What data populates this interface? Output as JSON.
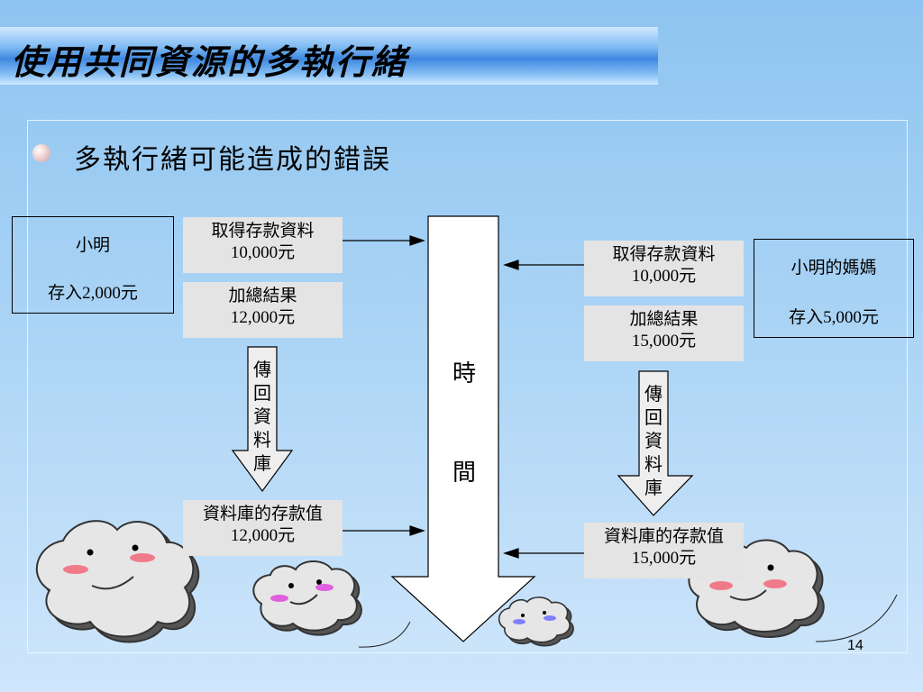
{
  "title": "使用共同資源的多執行緒",
  "bullet_text": "多執行緒可能造成的錯誤",
  "left": {
    "person_name": "小明",
    "person_action": "存入2,000元",
    "get_data_line1": "取得存款資料",
    "get_data_line2": "10,000元",
    "sum_line1": "加總結果",
    "sum_line2": "12,000元",
    "return_chars": [
      "傳",
      "回",
      "資",
      "料",
      "庫"
    ],
    "db_line1": "資料庫的存款值",
    "db_line2": "12,000元"
  },
  "right": {
    "person_name": "小明的媽媽",
    "person_action": "存入5,000元",
    "get_data_line1": "取得存款資料",
    "get_data_line2": "10,000元",
    "sum_line1": "加總結果",
    "sum_line2": "15,000元",
    "return_chars": [
      "傳",
      "回",
      "資",
      "料",
      "庫"
    ],
    "db_line1": "資料庫的存款值",
    "db_line2": "15,000元"
  },
  "time_chars": [
    "時",
    "間"
  ],
  "page_number": "14",
  "colors": {
    "box_fill": "#e4e4e4",
    "title_bar": "#3f88e0",
    "cheek_pink": "#f07a8a",
    "cheek_magenta": "#e060e0",
    "cheek_blue": "#8080ff"
  }
}
